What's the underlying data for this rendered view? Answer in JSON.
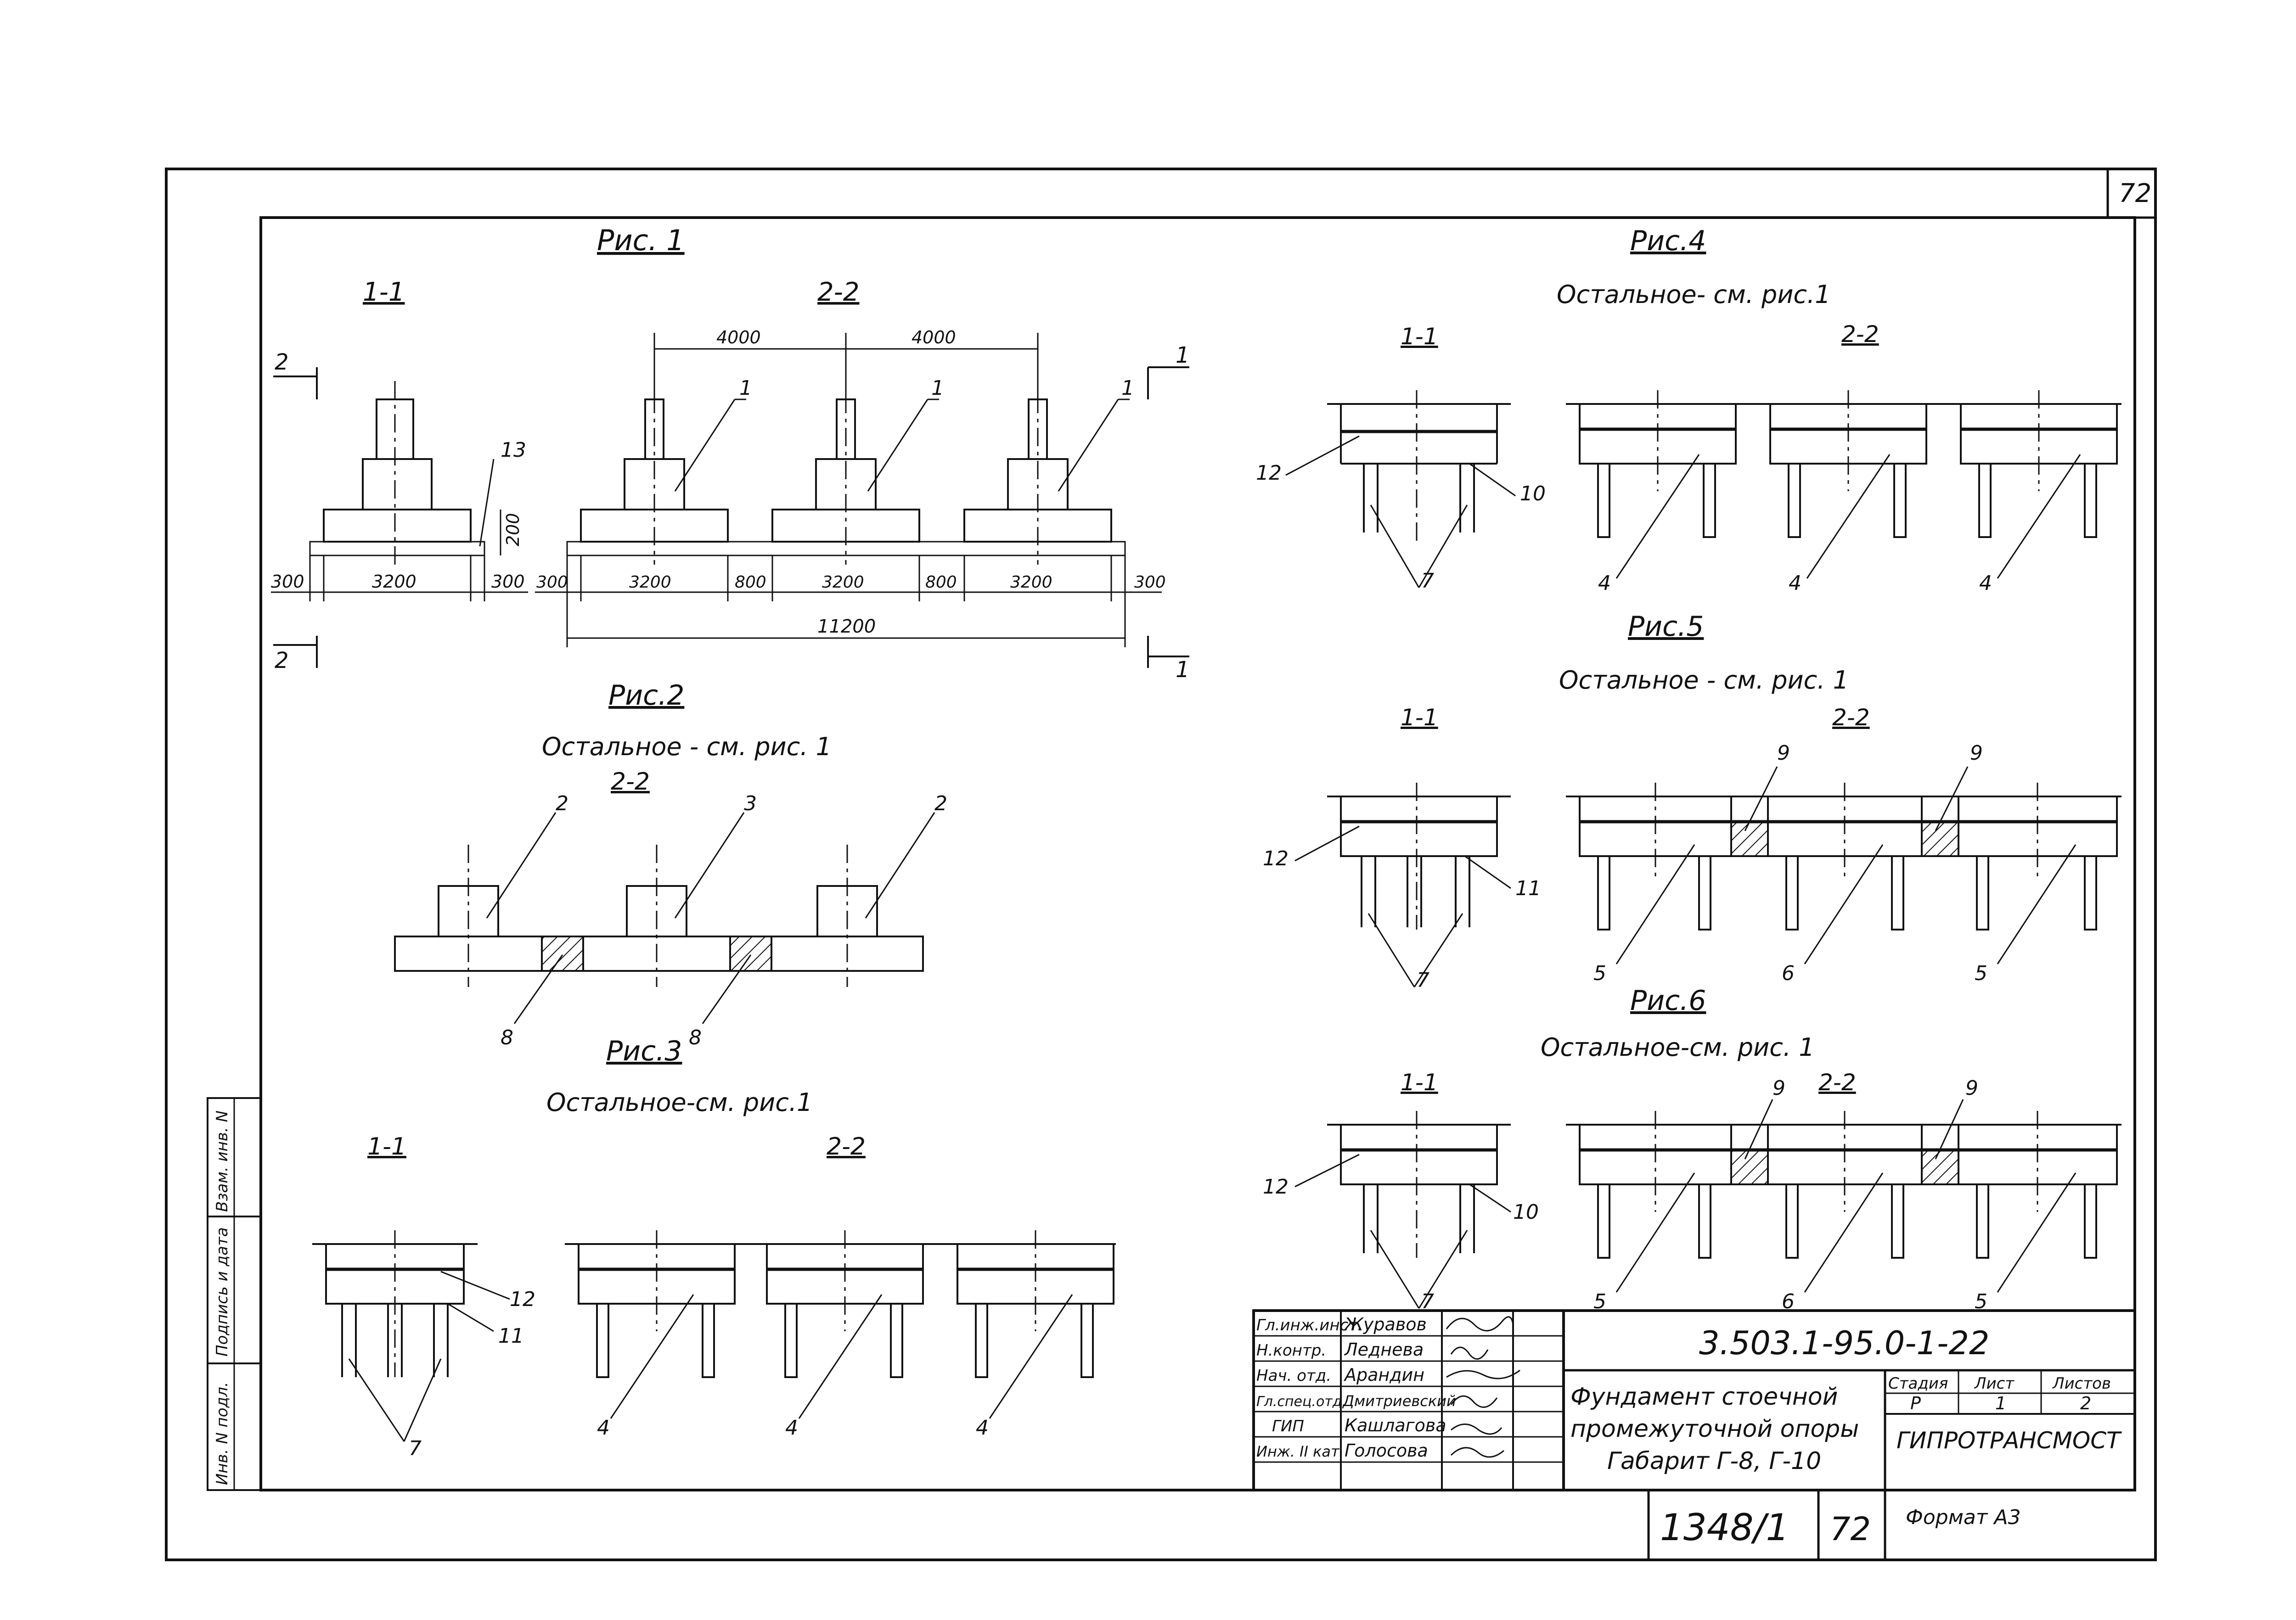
{
  "sheet": {
    "page_number": "72",
    "format_label": "Формат А3",
    "archive_number": "1348/1",
    "archive_page": "72"
  },
  "fig1": {
    "title": "Рис. 1",
    "sec11": "1-1",
    "sec22": "2-2",
    "dims": {
      "top_left": "4000",
      "top_right": "4000",
      "h200": "200",
      "left300": "300",
      "w3200": "3200",
      "right300": "300",
      "b300a": "300",
      "b3200a": "3200",
      "b800a": "800",
      "b3200b": "3200",
      "b800b": "800",
      "b3200c": "3200",
      "b300b": "300",
      "total": "11200"
    },
    "cut_marks": {
      "left_top": "2",
      "left_bottom": "2",
      "right_top": "1",
      "right_bottom": "1"
    },
    "callouts": {
      "c1a": "1",
      "c1b": "1",
      "c1c": "1",
      "c13": "13"
    }
  },
  "fig2": {
    "title": "Рис.2",
    "note": "Остальное - см. рис. 1",
    "sec22": "2-2",
    "callouts": {
      "c2a": "2",
      "c3": "3",
      "c2b": "2",
      "c8a": "8",
      "c8b": "8"
    }
  },
  "fig3": {
    "title": "Рис.3",
    "note": "Остальное-см. рис.1",
    "sec11": "1-1",
    "sec22": "2-2",
    "callouts": {
      "c12": "12",
      "c11": "11",
      "c7": "7",
      "c4a": "4",
      "c4b": "4",
      "c4c": "4"
    }
  },
  "fig4": {
    "title": "Рис.4",
    "note": "Остальное- см. рис.1",
    "sec11": "1-1",
    "sec22": "2-2",
    "callouts": {
      "c12": "12",
      "c10": "10",
      "c7": "7",
      "c4a": "4",
      "c4b": "4",
      "c4c": "4"
    }
  },
  "fig5": {
    "title": "Рис.5",
    "note": "Остальное - см. рис. 1",
    "sec11": "1-1",
    "sec22": "2-2",
    "callouts": {
      "c12": "12",
      "c11": "11",
      "c7": "7",
      "c9a": "9",
      "c9b": "9",
      "c5a": "5",
      "c6": "6",
      "c5b": "5"
    }
  },
  "fig6": {
    "title": "Рис.6",
    "note": "Остальное-см. рис. 1",
    "sec11": "1-1",
    "sec22": "2-2",
    "callouts": {
      "c12": "12",
      "c10": "10",
      "c7": "7",
      "c9a": "9",
      "c9b": "9",
      "c5a": "5",
      "c6": "6",
      "c5b": "5"
    }
  },
  "title_block": {
    "code": "3.503.1-95.0-1-22",
    "description": [
      "Фундамент стоечной",
      "промежуточной опоры",
      "Габарит Г-8, Г-10"
    ],
    "organization": "ГИПРОТРАНСМОСТ",
    "stage_header": "Стадия",
    "sheet_header": "Лист",
    "sheets_header": "Листов",
    "stage": "Р",
    "sheet": "1",
    "sheets": "2",
    "staff": [
      {
        "role": "Гл.инж.инст.",
        "name": "Журавов"
      },
      {
        "role": "Н.контр.",
        "name": "Леднева"
      },
      {
        "role": "Нач. отд.",
        "name": "Арандин"
      },
      {
        "role": "Гл.спец.отд.",
        "name": "Дмитриевский"
      },
      {
        "role": "ГИП",
        "name": "Кашлагова"
      },
      {
        "role": "Инж. II кат",
        "name": "Голосова"
      }
    ]
  },
  "side_stamp": [
    "Инв. N подл.",
    "Подпись и дата",
    "Взам. инв. N"
  ]
}
